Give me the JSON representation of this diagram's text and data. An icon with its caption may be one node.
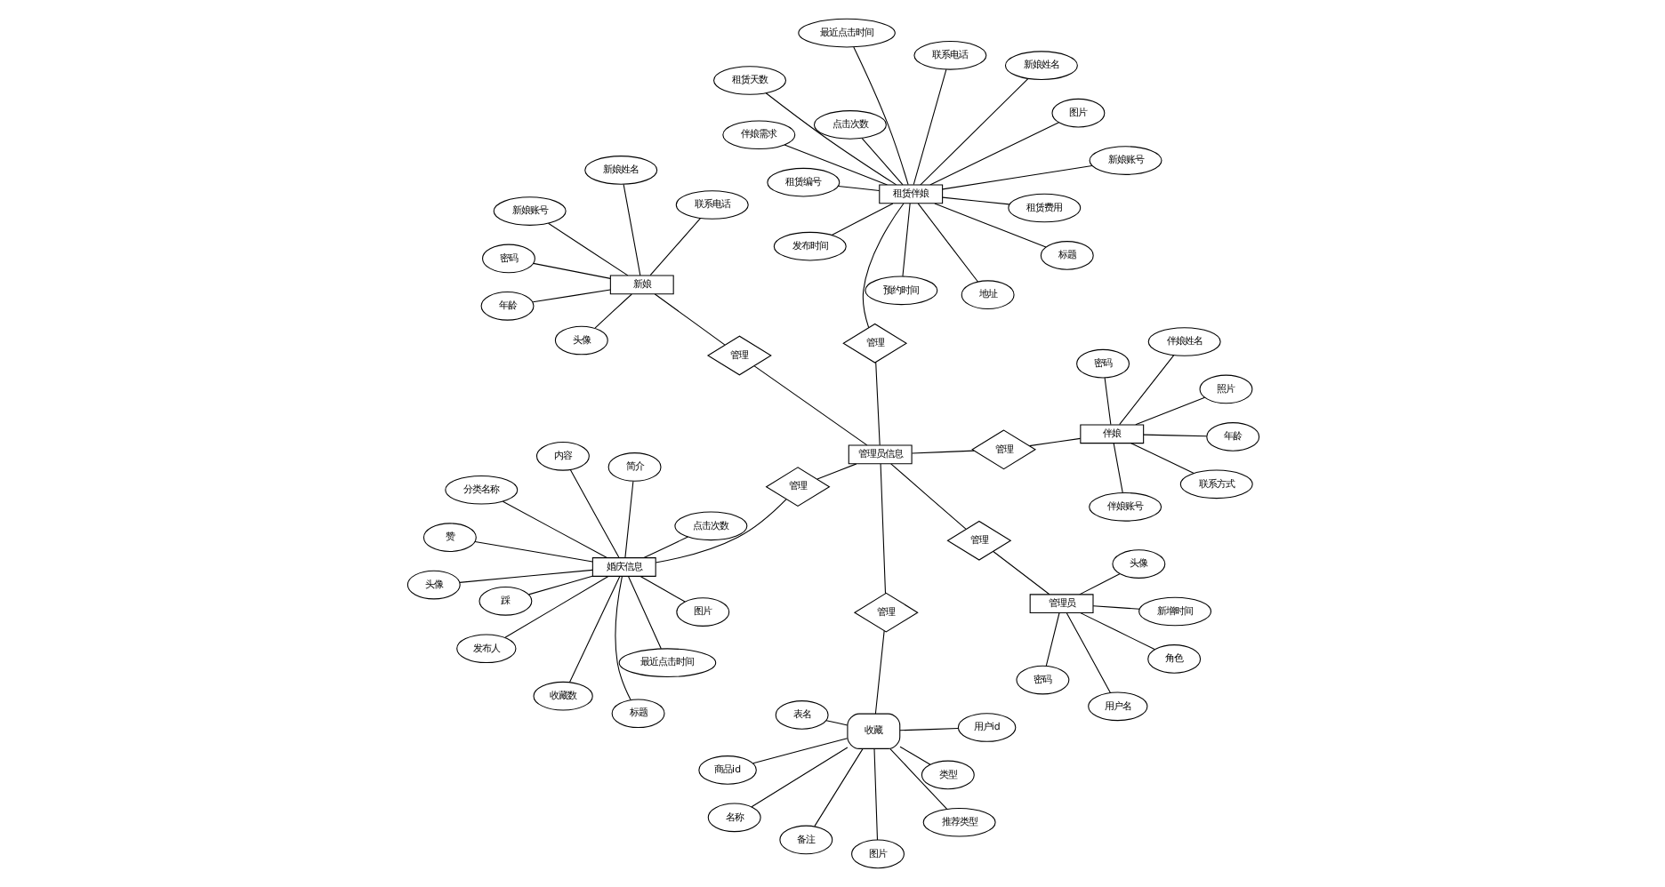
{
  "diagram": {
    "nodes": [
      {
        "text": [
          "收藏"
        ]
      },
      {
        "text": [
          "用户id"
        ]
      },
      {
        "text": [
          "图片"
        ]
      },
      {
        "text": [
          "表名"
        ]
      },
      {
        "text": [
          "类型"
        ]
      },
      {
        "text": [
          "商品id"
        ]
      },
      {
        "text": [
          "名称"
        ]
      },
      {
        "text": [
          "推荐类型"
        ]
      },
      {
        "text": [
          "备注"
        ]
      },
      {
        "text": [
          "管理"
        ]
      },
      {
        "text": [
          "管理员"
        ]
      },
      {
        "text": [
          "密码"
        ]
      },
      {
        "text": [
          "角色"
        ]
      },
      {
        "text": [
          "新增时间"
        ]
      },
      {
        "text": [
          "头像"
        ]
      },
      {
        "text": [
          "用户名"
        ]
      },
      {
        "text": [
          "管理"
        ]
      },
      {
        "text": [
          "新娘"
        ]
      },
      {
        "text": [
          "新娘账号"
        ]
      },
      {
        "text": [
          "密码"
        ]
      },
      {
        "text": [
          "头像"
        ]
      },
      {
        "text": [
          "年龄"
        ]
      },
      {
        "text": [
          "新娘姓名"
        ]
      },
      {
        "text": [
          "联系电话"
        ]
      },
      {
        "text": [
          "管理"
        ]
      },
      {
        "text": [
          "管理员信息"
        ]
      },
      {
        "text": [
          "婚庆信息"
        ]
      },
      {
        "text": [
          "头像"
        ]
      },
      {
        "text": [
          "收藏数"
        ]
      },
      {
        "text": [
          "图片"
        ]
      },
      {
        "text": [
          "内容"
        ]
      },
      {
        "text": [
          "最近点击时间"
        ]
      },
      {
        "text": [
          "发布人"
        ]
      },
      {
        "text": [
          "分类名称"
        ]
      },
      {
        "text": [
          "点击次数"
        ]
      },
      {
        "text": [
          "标题"
        ]
      },
      {
        "text": [
          "踩"
        ]
      },
      {
        "text": [
          "简介"
        ]
      },
      {
        "text": [
          "赞"
        ]
      },
      {
        "text": [
          "管理"
        ]
      },
      {
        "text": [
          "伴娘"
        ]
      },
      {
        "text": [
          "伴娘姓名"
        ]
      },
      {
        "text": [
          "密码"
        ]
      },
      {
        "text": [
          "照片"
        ]
      },
      {
        "text": [
          "年龄"
        ]
      },
      {
        "text": [
          "伴娘账号"
        ]
      },
      {
        "text": [
          "联系方式"
        ]
      },
      {
        "text": [
          "管理"
        ]
      },
      {
        "text": [
          "租赁伴娘"
        ]
      },
      {
        "text": [
          "标题"
        ]
      },
      {
        "text": [
          "租赁编号"
        ]
      },
      {
        "text": [
          "新娘账号"
        ]
      },
      {
        "text": [
          "新娘姓名"
        ]
      },
      {
        "text": [
          "联系电话"
        ]
      },
      {
        "text": [
          "图片"
        ]
      },
      {
        "text": [
          "地址"
        ]
      },
      {
        "text": [
          "预约时间"
        ]
      },
      {
        "text": [
          "租赁天数"
        ]
      },
      {
        "text": [
          "租赁费用"
        ]
      },
      {
        "text": [
          "伴娘需求"
        ]
      },
      {
        "text": [
          "点击次数"
        ]
      },
      {
        "text": [
          "最近点击时间"
        ]
      },
      {
        "text": [
          "发布时间"
        ]
      },
      {
        "text": [
          "管理"
        ]
      }
    ],
    "edges": [
      {
        "from": 0,
        "to": 1,
        "arrow": "none"
      },
      {
        "from": 0,
        "to": 2,
        "arrow": "none"
      },
      {
        "from": 0,
        "to": 3,
        "arrow": "none"
      },
      {
        "from": 0,
        "to": 4,
        "arrow": "none"
      },
      {
        "from": 0,
        "to": 5,
        "arrow": "none"
      },
      {
        "from": 0,
        "to": 6,
        "arrow": "none"
      },
      {
        "from": 0,
        "to": 7,
        "arrow": "none"
      },
      {
        "from": 0,
        "to": 8,
        "arrow": "none"
      },
      {
        "from": 0,
        "to": 9,
        "arrow": "none"
      },
      {
        "from": 9,
        "to": 25,
        "arrow": "none"
      },
      {
        "from": 10,
        "to": 11,
        "arrow": "none"
      },
      {
        "from": 10,
        "to": 12,
        "arrow": "none"
      },
      {
        "from": 10,
        "to": 13,
        "arrow": "none"
      },
      {
        "from": 10,
        "to": 14,
        "arrow": "none"
      },
      {
        "from": 10,
        "to": 15,
        "arrow": "none"
      },
      {
        "from": 10,
        "to": 16,
        "arrow": "none"
      },
      {
        "from": 16,
        "to": 25,
        "arrow": "none"
      },
      {
        "from": 17,
        "to": 18,
        "arrow": "none"
      },
      {
        "from": 17,
        "to": 19,
        "arrow": "none"
      },
      {
        "from": 17,
        "to": 20,
        "arrow": "none"
      },
      {
        "from": 17,
        "to": 21,
        "arrow": "none"
      },
      {
        "from": 17,
        "to": 22,
        "arrow": "none"
      },
      {
        "from": 17,
        "to": 23,
        "arrow": "none"
      },
      {
        "from": 24,
        "to": 17,
        "arrow": "none"
      },
      {
        "from": 25,
        "to": 24,
        "arrow": "none"
      },
      {
        "from": 26,
        "to": 27,
        "arrow": "none"
      },
      {
        "from": 26,
        "to": 28,
        "arrow": "none"
      },
      {
        "from": 26,
        "to": 29,
        "arrow": "none"
      },
      {
        "from": 26,
        "to": 30,
        "arrow": "none"
      },
      {
        "from": 26,
        "to": 31,
        "arrow": "none"
      },
      {
        "from": 26,
        "to": 32,
        "arrow": "none"
      },
      {
        "from": 26,
        "to": 33,
        "arrow": "none"
      },
      {
        "from": 26,
        "to": 34,
        "arrow": "none"
      },
      {
        "from": 26,
        "to": 35,
        "arrow": "none"
      },
      {
        "from": 26,
        "to": 36,
        "arrow": "none"
      },
      {
        "from": 26,
        "to": 37,
        "arrow": "none"
      },
      {
        "from": 26,
        "to": 38,
        "arrow": "none"
      },
      {
        "from": 26,
        "to": 39,
        "arrow": "none"
      },
      {
        "from": 39,
        "to": 25,
        "arrow": "none"
      },
      {
        "from": 40,
        "to": 41,
        "arrow": "none"
      },
      {
        "from": 40,
        "to": 42,
        "arrow": "none"
      },
      {
        "from": 40,
        "to": 43,
        "arrow": "none"
      },
      {
        "from": 40,
        "to": 44,
        "arrow": "none"
      },
      {
        "from": 40,
        "to": 45,
        "arrow": "none"
      },
      {
        "from": 40,
        "to": 46,
        "arrow": "none"
      },
      {
        "from": 47,
        "to": 40,
        "arrow": "none"
      },
      {
        "from": 25,
        "to": 47,
        "arrow": "none"
      },
      {
        "from": 48,
        "to": 49,
        "arrow": "none"
      },
      {
        "from": 48,
        "to": 50,
        "arrow": "none"
      },
      {
        "from": 48,
        "to": 51,
        "arrow": "none"
      },
      {
        "from": 48,
        "to": 52,
        "arrow": "none"
      },
      {
        "from": 48,
        "to": 53,
        "arrow": "none"
      },
      {
        "from": 48,
        "to": 54,
        "arrow": "none"
      },
      {
        "from": 48,
        "to": 55,
        "arrow": "none"
      },
      {
        "from": 48,
        "to": 56,
        "arrow": "none"
      },
      {
        "from": 48,
        "to": 57,
        "arrow": "none"
      },
      {
        "from": 48,
        "to": 58,
        "arrow": "none"
      },
      {
        "from": 48,
        "to": 59,
        "arrow": "none"
      },
      {
        "from": 48,
        "to": 60,
        "arrow": "none"
      },
      {
        "from": 48,
        "to": 61,
        "arrow": "none"
      },
      {
        "from": 48,
        "to": 62,
        "arrow": "none"
      },
      {
        "from": 48,
        "to": 63,
        "arrow": "none"
      },
      {
        "from": 63,
        "to": 25,
        "arrow": "none"
      }
    ]
  }
}
